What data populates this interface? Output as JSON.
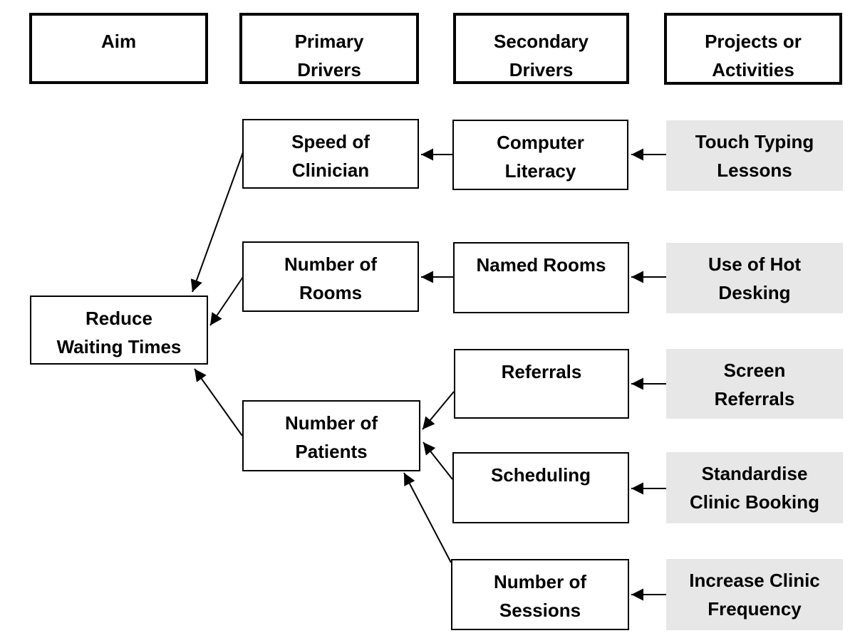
{
  "colors": {
    "ink": "#000000",
    "activity_bg": "#e7e7e7",
    "page_bg": "#ffffff"
  },
  "headers": {
    "aim": {
      "line1": "Aim",
      "line2": ""
    },
    "primary": {
      "line1": "Primary",
      "line2": "Drivers"
    },
    "secondary": {
      "line1": "Secondary",
      "line2": "Drivers"
    },
    "projects": {
      "line1": "Projects or",
      "line2": "Activities"
    }
  },
  "aim": {
    "line1": "Reduce",
    "line2": "Waiting Times"
  },
  "primary_drivers": {
    "speed": {
      "line1": "Speed of",
      "line2": "Clinician"
    },
    "rooms": {
      "line1": "Number of",
      "line2": "Rooms"
    },
    "patients": {
      "line1": "Number of",
      "line2": "Patients"
    }
  },
  "secondary_drivers": {
    "computer_literacy": {
      "line1": "Computer",
      "line2": "Literacy"
    },
    "named_rooms": {
      "line1": "Named Rooms",
      "line2": ""
    },
    "referrals": {
      "line1": "Referrals",
      "line2": ""
    },
    "scheduling": {
      "line1": "Scheduling",
      "line2": ""
    },
    "sessions": {
      "line1": "Number of",
      "line2": "Sessions"
    }
  },
  "projects": {
    "touch_typing": {
      "line1": "Touch Typing",
      "line2": "Lessons"
    },
    "hot_desking": {
      "line1": "Use of Hot",
      "line2": "Desking"
    },
    "screen_referrals": {
      "line1": "Screen",
      "line2": "Referrals"
    },
    "standardise_booking": {
      "line1": "Standardise",
      "line2": "Clinic Booking"
    },
    "increase_frequency": {
      "line1": "Increase Clinic",
      "line2": "Frequency"
    }
  }
}
